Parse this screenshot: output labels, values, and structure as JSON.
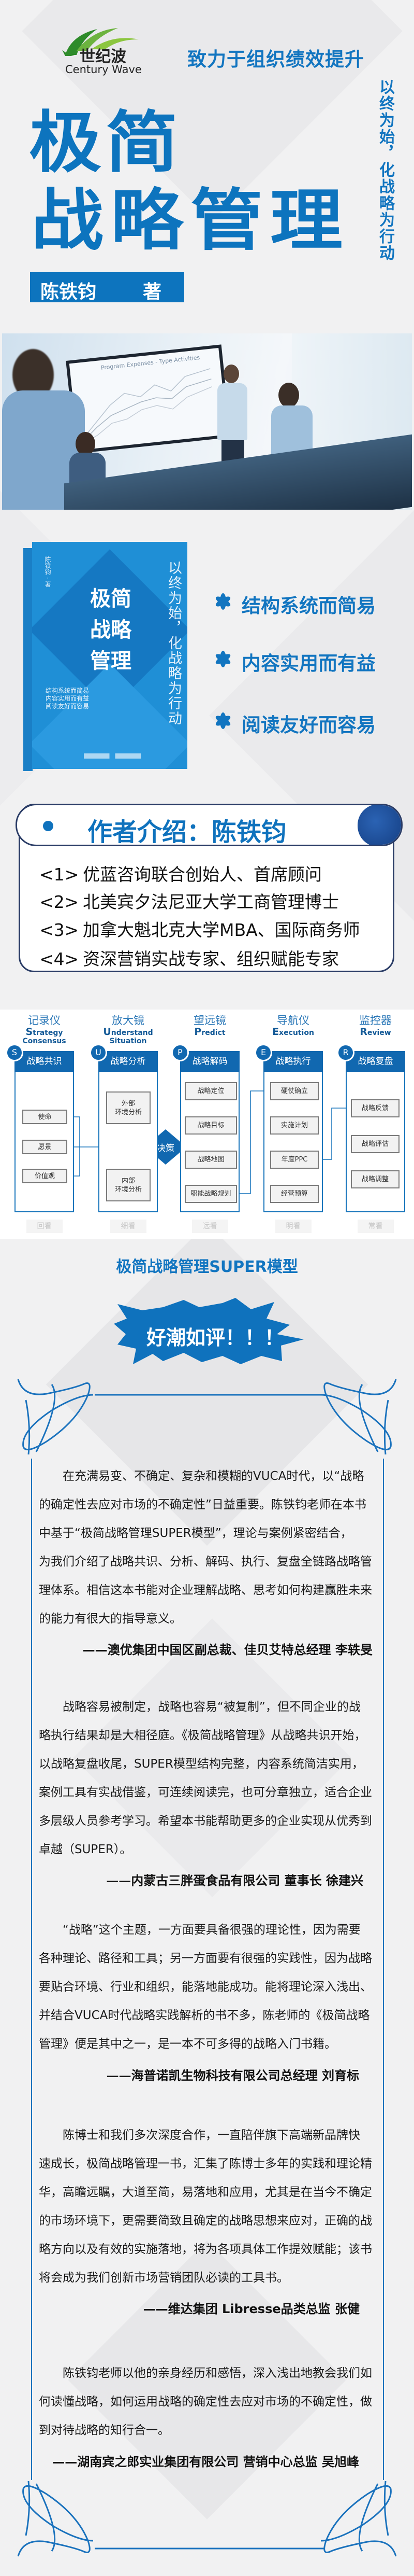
{
  "header": {
    "logo_cn": "世纪波",
    "logo_en": "Century Wave",
    "slogan": "致力于组织绩效提升",
    "vertical_motto": "以终为始，化战略为行动",
    "title_line1": "极简",
    "title_line2": "战略管理",
    "author": "陈铁钧",
    "author_suffix": "著"
  },
  "photo": {
    "screen_title": "Program Expenses - Type Activities"
  },
  "book": {
    "cover_title": [
      "极简",
      "战略",
      "管理"
    ],
    "cover_subtitle": "以终为始，化战略为行动",
    "cover_author": "陈铁钧 · 著",
    "cover_taglines": [
      "结构系统而简易",
      "内容实用而有益",
      "阅读友好而容易"
    ],
    "features": [
      "结构系统而简易",
      "内容实用而有益",
      "阅读友好而容易"
    ]
  },
  "author_intro": {
    "heading": "作者介绍：陈铁钧",
    "items": [
      {
        "num": "<1>",
        "text": "优蓝咨询联合创始人、首席顾问"
      },
      {
        "num": "<2>",
        "text": "北美宾夕法尼亚大学工商管理博士"
      },
      {
        "num": "<3>",
        "text": "加拿大魁北克大学MBA、国际商务师"
      },
      {
        "num": "<4>",
        "text": "资深营销实战专家、组织赋能专家"
      }
    ]
  },
  "super_model": {
    "caption": "极简战略管理SUPER模型",
    "decision": "决策",
    "columns": [
      {
        "tool": "记录仪",
        "english": [
          "Strategy",
          "Consensus"
        ],
        "letter": "S",
        "header": "战略共识",
        "items": [
          "使命",
          "愿景",
          "价值观"
        ],
        "footer": "回看"
      },
      {
        "tool": "放大镜",
        "english": [
          "Understand",
          "Situation"
        ],
        "letter": "U",
        "header": "战略分析",
        "items": [
          "外部\n环境分析",
          "内部\n环境分析"
        ],
        "footer": "细看"
      },
      {
        "tool": "望远镜",
        "english": [
          "Predict"
        ],
        "letter": "P",
        "header": "战略解码",
        "items": [
          "战略定位",
          "战略目标",
          "战略地图",
          "职能战略规划"
        ],
        "footer": "远看"
      },
      {
        "tool": "导航仪",
        "english": [
          "Execution"
        ],
        "letter": "E",
        "header": "战略执行",
        "items": [
          "硬仗确立",
          "实施计划",
          "年度PPC",
          "经营预算"
        ],
        "footer": "明看"
      },
      {
        "tool": "监控器",
        "english": [
          "Review"
        ],
        "letter": "R",
        "header": "战略复盘",
        "items": [
          "战略反馈",
          "战略评估",
          "战略调整"
        ],
        "footer": "常看"
      }
    ]
  },
  "reviews": {
    "banner": "好潮如评！！！",
    "items": [
      {
        "lines": [
          "在充满易变、不确定、复杂和模糊的VUCA时代，以“战略",
          "的确定性去应对市场的不确定性”日益重要。陈铁钧老师在本书",
          "中基于“极简战略管理SUPER模型”，理论与案例紧密结合，",
          "为我们介绍了战略共识、分析、解码、执行、复盘全链路战略管",
          "理体系。相信这本书能对企业理解战略、思考如何构建赢胜未来",
          "的能力有很大的指导意义。"
        ],
        "attribution": "——澳优集团中国区副总裁、佳贝艾特总经理 李轶旻"
      },
      {
        "lines": [
          "战略容易被制定，战略也容易“被复制”，但不同企业的战",
          "略执行结果却是大相径庭。《极简战略管理》从战略共识开始，",
          "以战略复盘收尾，SUPER模型结构完整，内容系统简洁实用，",
          "案例工具有实战借鉴，可连续阅读完，也可分章独立，适合企业",
          "多层级人员参考学习。希望本书能帮助更多的企业实现从优秀到",
          "卓越（SUPER）。"
        ],
        "attribution": "——内蒙古三胖蛋食品有限公司 董事长 徐建兴"
      },
      {
        "lines": [
          "“战略”这个主题，一方面要具备很强的理论性，因为需要",
          "各种理论、路径和工具；另一方面要有很强的实践性，因为战略",
          "要贴合环境、行业和组织，能落地能成功。能将理论深入浅出、",
          "并结合VUCA时代战略实践解析的书不多，陈老师的《极简战略",
          "管理》便是其中之一，是一本不可多得的战略入门书籍。"
        ],
        "attribution": "——海普诺凯生物科技有限公司总经理 刘育标"
      },
      {
        "lines": [
          "陈博士和我们多次深度合作，一直陪伴旗下高端新品牌快",
          "速成长，极简战略管理一书，汇集了陈博士多年的实践和理论精",
          "华，高瞻远瞩，大道至简，易落地和应用，尤其是在当今不确定",
          "的市场环境下，更需要简致且确定的战略思想来应对，正确的战",
          "略方向以及有效的实施落地，将为各项具体工作提效赋能；该书",
          "将会成为我们创新市场营销团队必读的工具书。"
        ],
        "attribution": "——维达集团 Libresse品类总监 张健"
      },
      {
        "lines": [
          "陈铁钧老师以他的亲身经历和感悟，深入浅出地教会我们如",
          "何读懂战略，如何运用战略的确定性去应对市场的不确定性，做",
          "到对待战略的知行合一。"
        ],
        "attribution": "——湖南宾之郎实业集团有限公司 营销中心总监 吴旭峰"
      }
    ]
  },
  "colors": {
    "brand_blue": "#0f72bd",
    "dark_navy": "#2a3c66",
    "logo_green": "#5aa82e"
  }
}
